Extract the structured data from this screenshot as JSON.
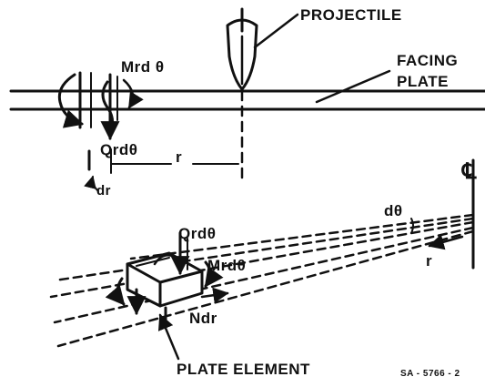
{
  "labels": {
    "projectile": "PROJECTILE",
    "facing_line1": "FACING",
    "facing_line2": "PLATE",
    "moment_top": "Mrd θ",
    "shear_top": "Qrdθ",
    "radius_top": "r",
    "dr_top": "dr",
    "centerline": "℄",
    "dtheta": "dθ",
    "shear_elem": "Qrdθ",
    "moment_elem": "Mrdθ",
    "radius_elem": "r",
    "normal_elem": "Ndr",
    "plate_element": "PLATE ELEMENT",
    "figure_id": "SA - 5766 - 2"
  }
}
